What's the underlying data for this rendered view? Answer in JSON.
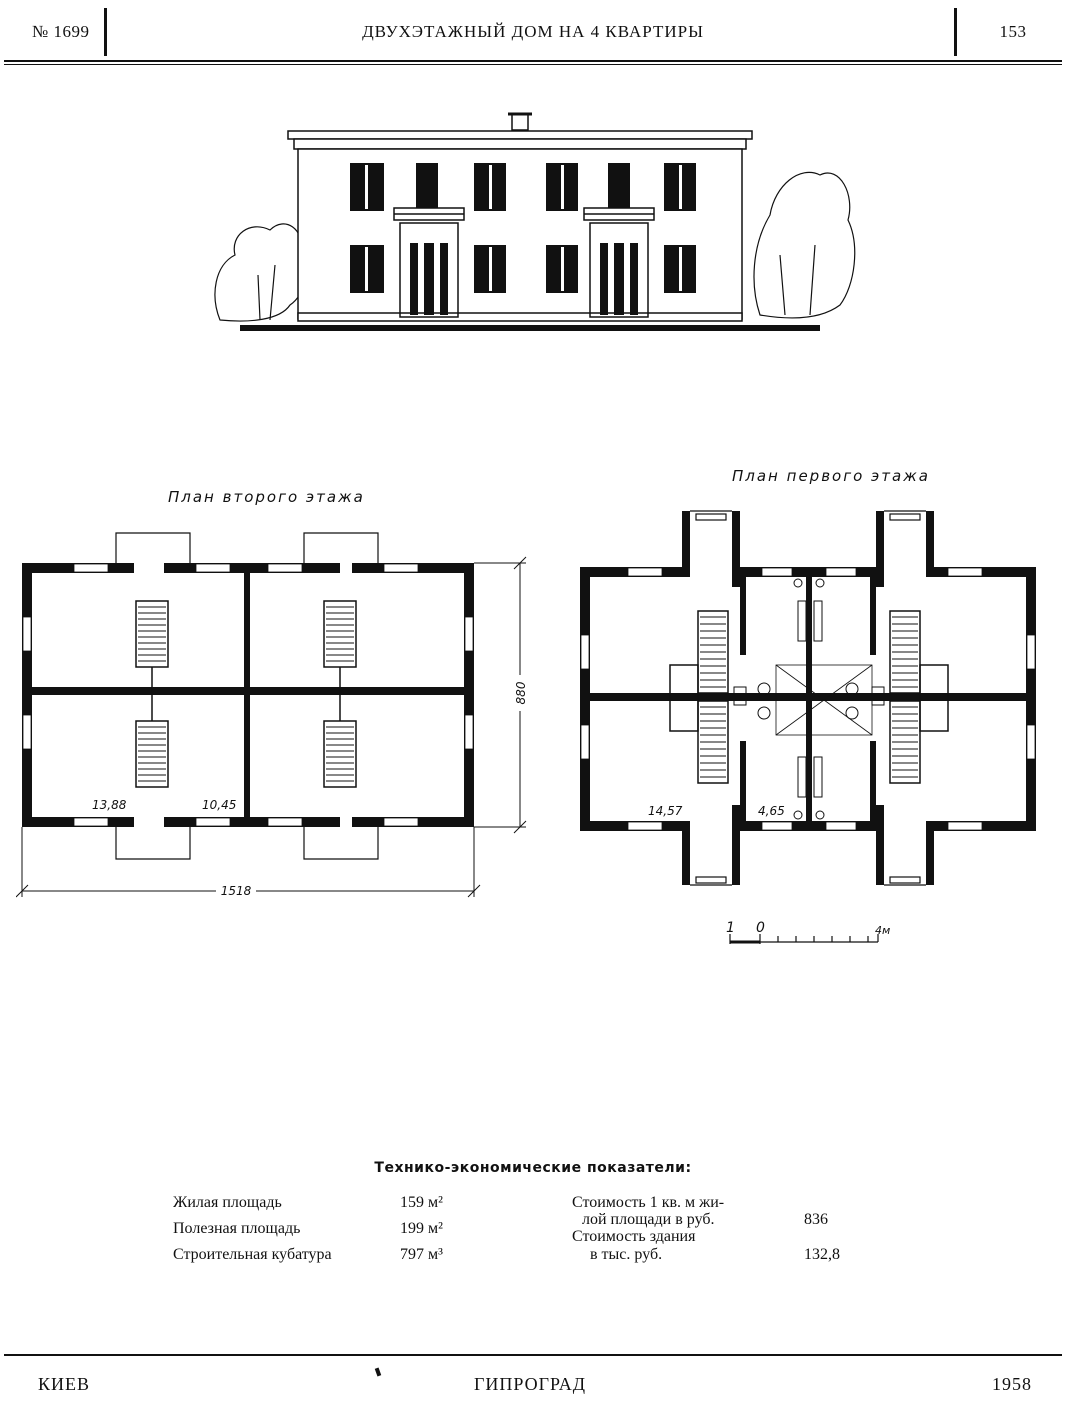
{
  "header": {
    "number": "№ 1699",
    "title": "ДВУХЭТАЖНЫЙ ДОМ НА 4 КВАРТИРЫ",
    "page": "153"
  },
  "plans": {
    "second_floor": {
      "caption": "План второго этажа",
      "area_label_a": "13,88",
      "area_label_b": "10,45",
      "width_dim": "1518",
      "depth_dim": "880"
    },
    "first_floor": {
      "caption": "План первого этажа",
      "area_label_a": "14,57",
      "area_label_b": "4,65"
    },
    "scale": {
      "label_1": "1",
      "label_0": "0",
      "label_4": "4м"
    }
  },
  "indicators": {
    "title": "Технико-экономические показатели:",
    "items": [
      {
        "label": "Жилая площадь",
        "value": "159 м²"
      },
      {
        "label": "Полезная площадь",
        "value": "199 м²"
      },
      {
        "label": "Строительная кубатура",
        "value": "797 м³"
      }
    ],
    "cost_per_m2": {
      "line1": "Стоимость 1 кв. м жи-",
      "line2": "лой площади в руб.",
      "value": "836"
    },
    "cost_building": {
      "line1": "Стоимость здания",
      "line2": "в тыс. руб.",
      "value": "132,8"
    }
  },
  "footer": {
    "left": "КИЕВ",
    "center": "ГИПРОГРАД",
    "right": "1958"
  }
}
